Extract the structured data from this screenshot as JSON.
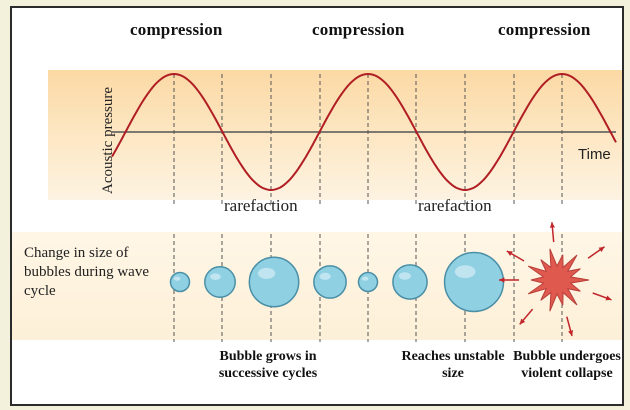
{
  "labels": {
    "compression": [
      "compression",
      "compression",
      "compression"
    ],
    "rarefaction": [
      "rarefaction",
      "rarefaction"
    ],
    "y_axis": "Acoustic pressure",
    "x_axis": "Time",
    "side_caption": "Change in size of bubbles during wave cycle",
    "captions": [
      "Bubble grows in successive cycles",
      "Reaches unstable size",
      "Bubble undergoes violent collapse"
    ]
  },
  "colors": {
    "wave": "#b01e24",
    "bubble_fill": "#8fd0e3",
    "bubble_stroke": "#4a8fa6",
    "burst_fill": "#e0594f",
    "arrow": "#c0262a",
    "gridline": "#555555"
  },
  "bubbles": {
    "relative_sizes": [
      1,
      1.6,
      2.6,
      1.7,
      1,
      1.8,
      3.1
    ]
  }
}
